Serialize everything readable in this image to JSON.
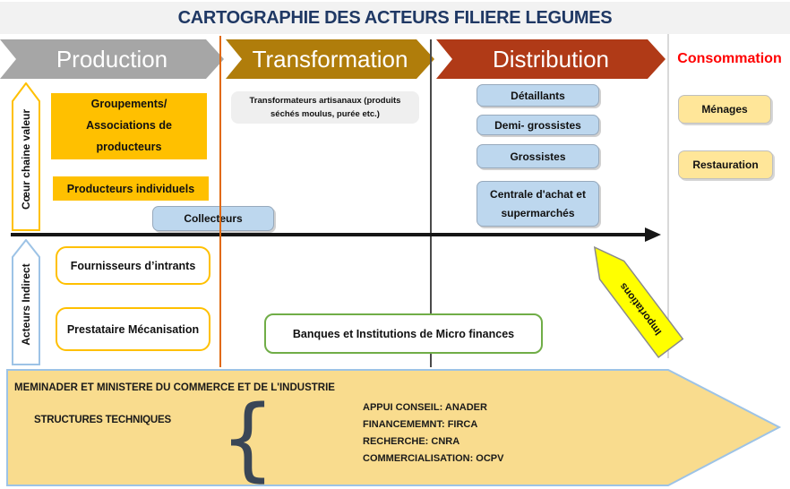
{
  "title": "CARTOGRAPHIE DES ACTEURS FILIERE LEGUMES",
  "header": {
    "stages": [
      {
        "label": "Production",
        "color": "#A6A6A6"
      },
      {
        "label": "Transformation",
        "color": "#B07D0B"
      },
      {
        "label": "Distribution",
        "color": "#B03A17"
      }
    ],
    "consommation_label": "Consommation",
    "consommation_color": "#FF0000"
  },
  "axes": {
    "core_label": "Cœur chaine valeur",
    "indirect_label": "Acteurs  Indirect"
  },
  "boxes": {
    "groupements": {
      "lines": [
        "Groupements/",
        "Associations de",
        "producteurs"
      ]
    },
    "producteurs": "Producteurs individuels",
    "collecteurs": "Collecteurs",
    "transformateurs": {
      "lines": [
        "Transformateurs artisanaux (produits",
        "séchés moulus, purée etc.)"
      ]
    },
    "detaillants": "Détaillants",
    "demi_grossistes": "Demi- grossistes",
    "grossistes": "Grossistes",
    "centrale": {
      "lines": [
        "Centrale d'achat et",
        "supermarchés"
      ]
    },
    "menages": "Ménages",
    "restauration": "Restauration",
    "fournisseurs": "Fournisseurs d’intrants",
    "prestataire": "Prestataire Mécanisation",
    "banques": "Banques et Institutions de Micro finances",
    "importations": "Importations"
  },
  "bottom": {
    "ministries": "MEMINADER ET MINISTERE DU COMMERCE ET DE L'INDUSTRIE",
    "structures": "STRUCTURES TECHNIQUES",
    "brace": "{",
    "services": [
      "APPUI CONSEIL: ANADER",
      "FINANCEMEMNT: FIRCA",
      "RECHERCHE: CNRA",
      "COMMERCIALISATION: OCPV"
    ]
  },
  "colors": {
    "title_blue": "#1F3864",
    "orange_box": "#FFC000",
    "blue_box": "#BDD7EE",
    "tan_box": "#FFE699",
    "gray_box": "#EFEFEF",
    "green_border": "#70AD47",
    "yellow_border": "#FFC000",
    "importations_yellow": "#FFFF00",
    "bottom_arrow_fill": "#F9DC8E",
    "bottom_arrow_border": "#9DC3E6",
    "orange_line": "#E0690B"
  }
}
